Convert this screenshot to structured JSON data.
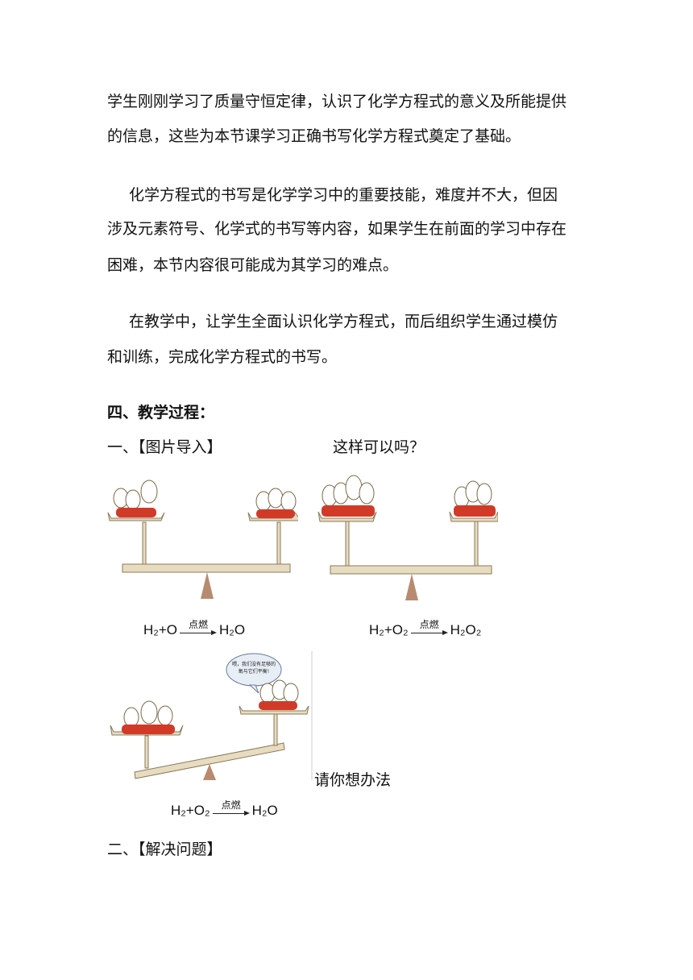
{
  "paragraphs": {
    "p1_line1": "学生刚刚学习了质量守恒定律，认识了化学方程式的意义及所能提供",
    "p1_line2": "的信息，这些为本节课学习正确书写化学方程式奠定了基础。",
    "p2_line1": "化学方程式的书写是化学学习中的重要技能，难度并不大，但因",
    "p2_line2": "涉及元素符号、化学式的书写等内容，如果学生在前面的学习中存在",
    "p2_line3": "困难，本节内容很可能成为其学习的难点。",
    "p3_line1": "在教学中，让学生全面认识化学方程式，而后组织学生通过模仿",
    "p3_line2": "和训练，完成化学方程式的书写。"
  },
  "section_heading": "四、教学过程：",
  "step1_label": "一、【图片导入】",
  "question": "这样可以吗？",
  "equations": [
    {
      "left": "H₂+O",
      "condition": "点燃",
      "right": "H₂O"
    },
    {
      "left": "H₂+O₂",
      "condition": "点燃",
      "right": "H₂O₂"
    },
    {
      "left": "H₂+O₂",
      "condition": "点燃",
      "right": "H₂O"
    }
  ],
  "speech_bubble": "喂，我们没有足够的氧与它们平衡!",
  "prompt": "请你想办法",
  "step2_label": "二、【解决问题】"
}
